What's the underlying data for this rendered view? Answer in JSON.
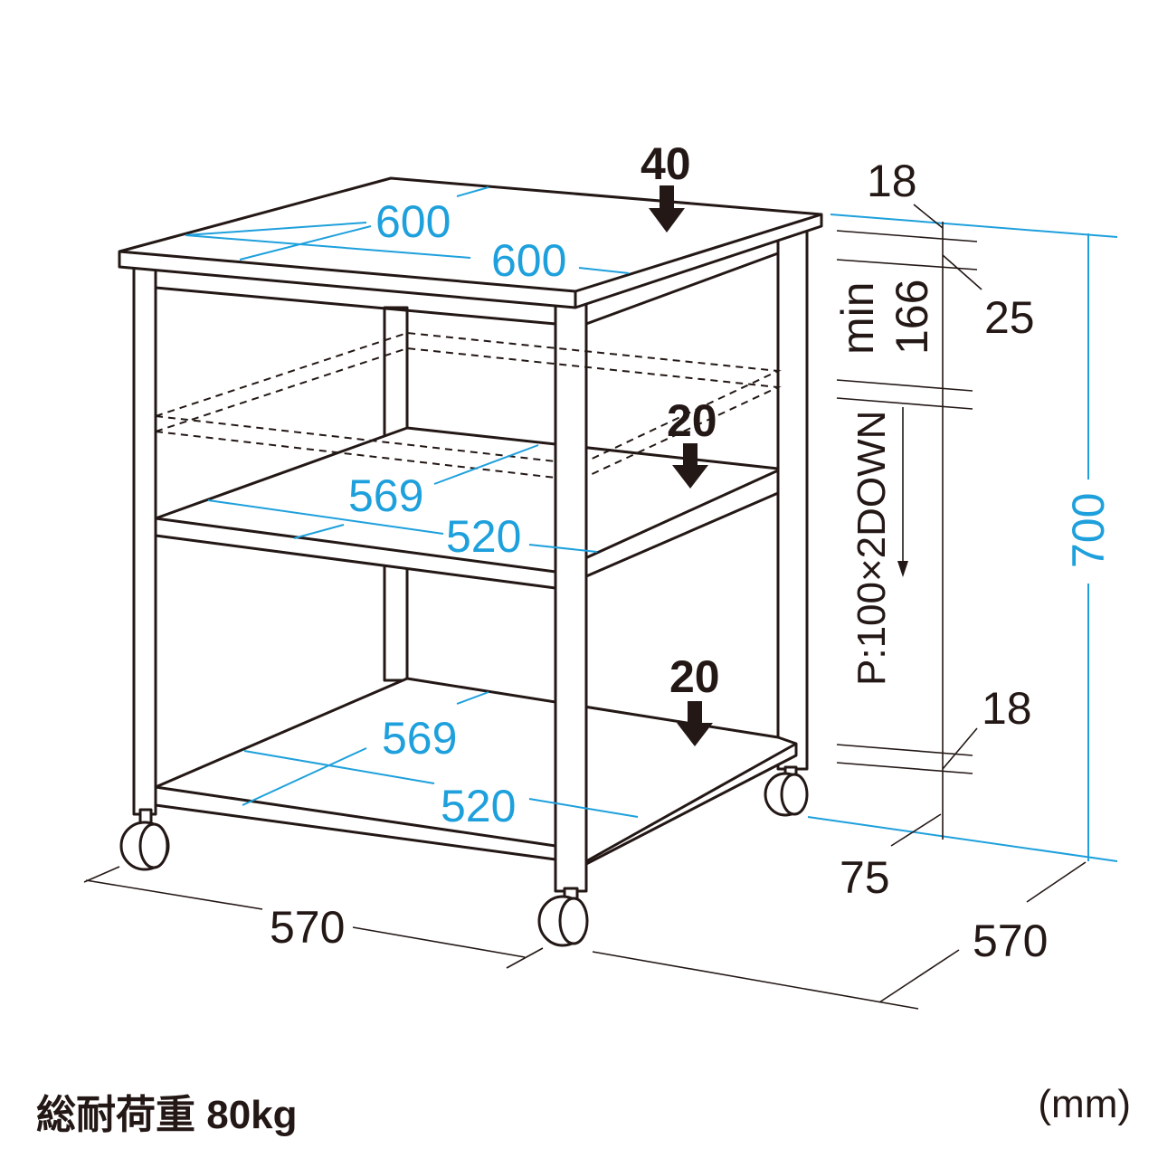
{
  "colors": {
    "dimension_blue": "#1ea0dc",
    "line": "#231815"
  },
  "top": {
    "width": "600",
    "depth": "600",
    "load": "40"
  },
  "middle_shelf": {
    "width": "569",
    "depth": "520",
    "load": "20"
  },
  "bottom_shelf": {
    "width": "569",
    "depth": "520",
    "load": "20"
  },
  "side": {
    "top_thickness": "18",
    "gap": "25",
    "min_label": "min",
    "min_value": "166",
    "pitch": "P:100×2DOWN",
    "shelf_thickness": "18",
    "caster_height": "75",
    "total_height": "700"
  },
  "base": {
    "width": "570",
    "depth": "570"
  },
  "footer": {
    "load_total": "総耐荷重 80kg",
    "unit": "(mm)"
  }
}
